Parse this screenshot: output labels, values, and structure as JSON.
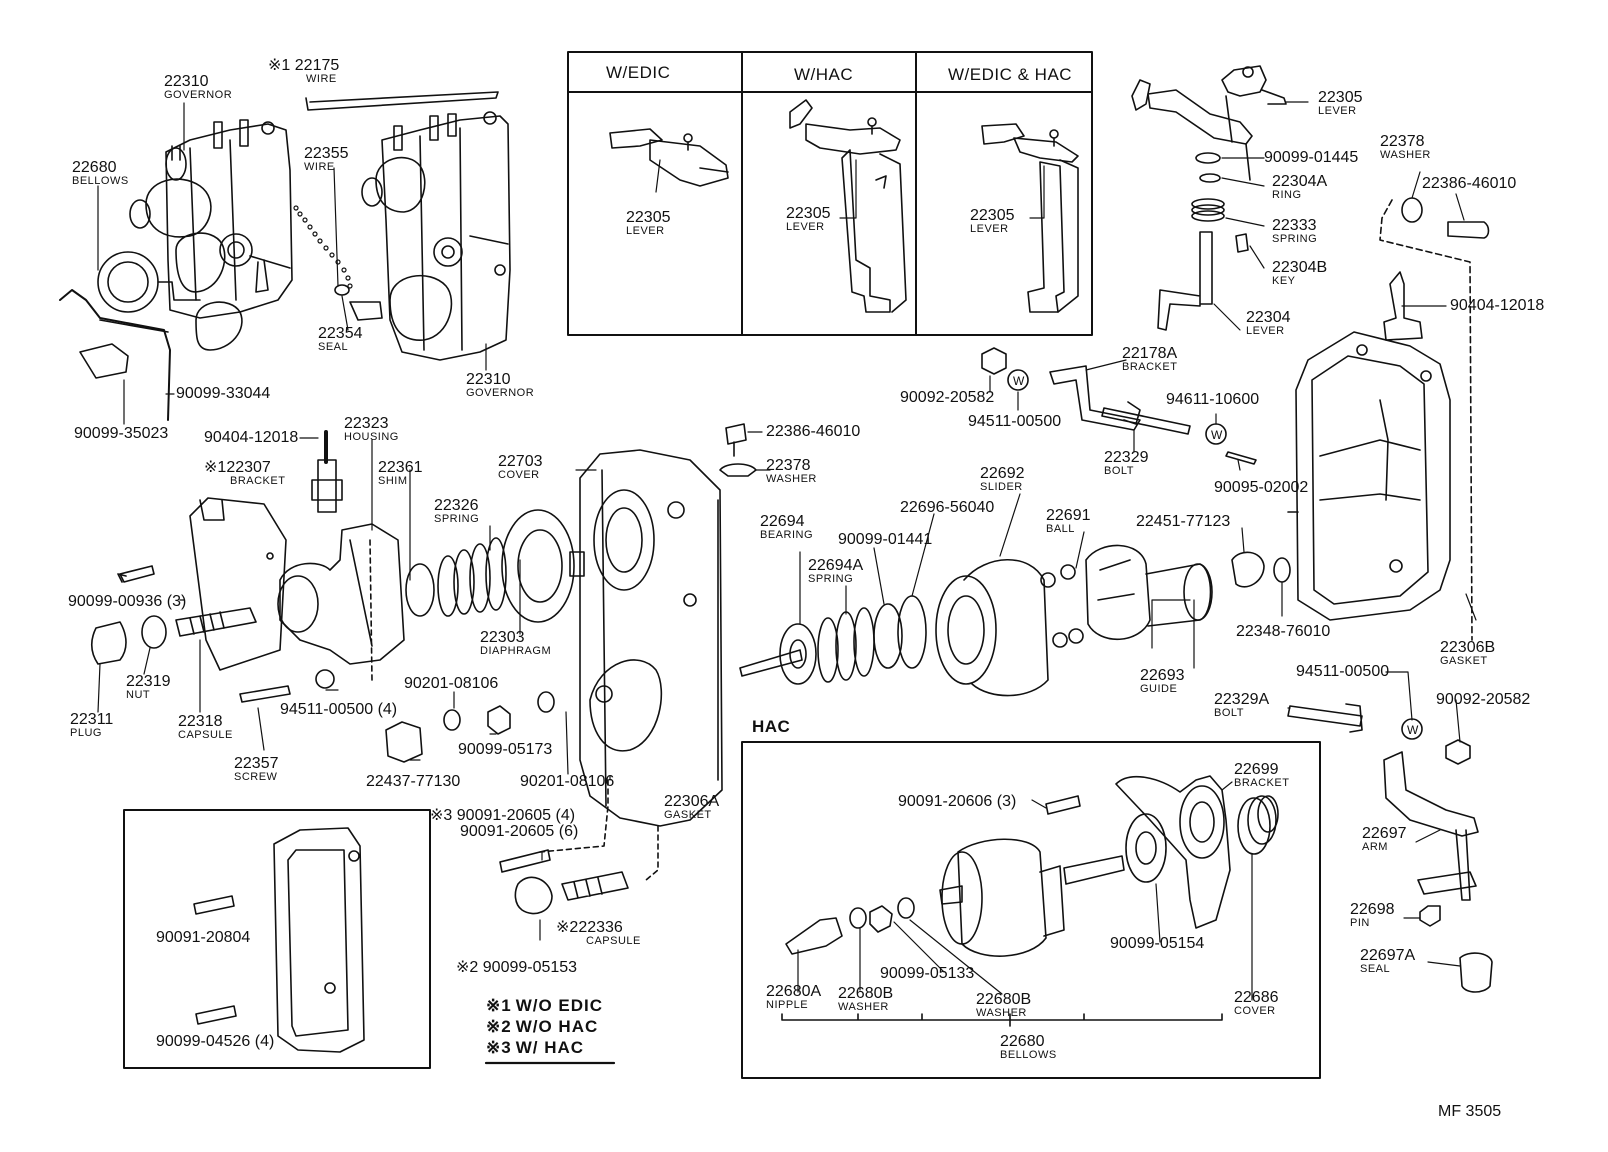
{
  "table_headers": {
    "w_edic": "W/EDIC",
    "w_hac": "W/HAC",
    "w_edic_hac": "W/EDIC & HAC"
  },
  "hac_box_title": "HAC",
  "diagram_code": "MF 3505",
  "legend": [
    {
      "mark": "※1",
      "text": "W/O EDIC"
    },
    {
      "mark": "※2",
      "text": "W/O HAC"
    },
    {
      "mark": "※3",
      "text": "W/ HAC"
    }
  ],
  "parts": {
    "p22310_top": {
      "num": "22310",
      "name": "GOVERNOR"
    },
    "p22175": {
      "mark": "※1",
      "num": "22175",
      "name": "WIRE"
    },
    "p22680": {
      "num": "22680",
      "name": "BELLOWS"
    },
    "p22355": {
      "num": "22355",
      "name": "WIRE"
    },
    "p22354": {
      "num": "22354",
      "name": "SEAL"
    },
    "p22310_bot": {
      "num": "22310",
      "name": "GOVERNOR"
    },
    "p90099_33044": {
      "num": "90099-33044"
    },
    "p90099_35023": {
      "num": "90099-35023"
    },
    "p90404_12018_l": {
      "num": "90404-12018"
    },
    "p22323": {
      "num": "22323",
      "name": "HOUSING"
    },
    "p22307": {
      "mark": "※1",
      "num": "22307",
      "name": "BRACKET"
    },
    "p22361": {
      "num": "22361",
      "name": "SHIM"
    },
    "p22326": {
      "num": "22326",
      "name": "SPRING"
    },
    "p22703": {
      "num": "22703",
      "name": "COVER"
    },
    "p90099_00936": {
      "num": "90099-00936 (3)"
    },
    "p22319": {
      "num": "22319",
      "name": "NUT"
    },
    "p22311": {
      "num": "22311",
      "name": "PLUG"
    },
    "p22318": {
      "num": "22318",
      "name": "CAPSULE"
    },
    "p22357": {
      "num": "22357",
      "name": "SCREW"
    },
    "p94511_00500_4": {
      "num": "94511-00500 (4)"
    },
    "p22303": {
      "num": "22303",
      "name": "DIAPHRAGM"
    },
    "p90201_08106_a": {
      "num": "90201-08106"
    },
    "p90099_05173": {
      "num": "90099-05173"
    },
    "p22437_77130": {
      "num": "22437-77130"
    },
    "p90201_08106_b": {
      "num": "90201-08106"
    },
    "p22306A": {
      "num": "22306A",
      "name": "GASKET"
    },
    "p90091_20605_4": {
      "mark": "※3",
      "num": "90091-20605 (4)"
    },
    "p90091_20605_6": {
      "num": "90091-20605 (6)"
    },
    "p22336": {
      "mark": "※2",
      "num": "22336",
      "name": "CAPSULE"
    },
    "p90099_05153": {
      "mark": "※2",
      "num": "90099-05153"
    },
    "p90091_20804": {
      "num": "90091-20804"
    },
    "p90099_04526": {
      "num": "90099-04526 (4)"
    },
    "p22305_edic": {
      "num": "22305",
      "name": "LEVER"
    },
    "p22305_hac": {
      "num": "22305",
      "name": "LEVER"
    },
    "p22305_both": {
      "num": "22305",
      "name": "LEVER"
    },
    "p22386_46010_c": {
      "num": "22386-46010"
    },
    "p22378_c": {
      "num": "22378",
      "name": "WASHER"
    },
    "p22694": {
      "num": "22694",
      "name": "BEARING"
    },
    "p22694A": {
      "num": "22694A",
      "name": "SPRING"
    },
    "p90099_01441": {
      "num": "90099-01441"
    },
    "p22696_56040": {
      "num": "22696-56040"
    },
    "p22692": {
      "num": "22692",
      "name": "SLIDER"
    },
    "p22691": {
      "num": "22691",
      "name": "BALL"
    },
    "p22451_77123": {
      "num": "22451-77123"
    },
    "p22348_76010": {
      "num": "22348-76010"
    },
    "p22693": {
      "num": "22693",
      "name": "GUIDE"
    },
    "p90092_20582_c": {
      "num": "90092-20582"
    },
    "p94511_00500_c": {
      "num": "94511-00500"
    },
    "p22178A": {
      "num": "22178A",
      "name": "BRACKET"
    },
    "p94611_10600": {
      "num": "94611-10600"
    },
    "p22329": {
      "num": "22329",
      "name": "BOLT"
    },
    "p90095_02002": {
      "num": "90095-02002"
    },
    "p22305_r": {
      "num": "22305",
      "name": "LEVER"
    },
    "p90099_01445": {
      "num": "90099-01445"
    },
    "p22304A": {
      "num": "22304A",
      "name": "RING"
    },
    "p22333": {
      "num": "22333",
      "name": "SPRING"
    },
    "p22304B": {
      "num": "22304B",
      "name": "KEY"
    },
    "p22304": {
      "num": "22304",
      "name": "LEVER"
    },
    "p22378_r": {
      "num": "22378",
      "name": "WASHER"
    },
    "p22386_46010_r": {
      "num": "22386-46010"
    },
    "p90404_12018_r": {
      "num": "90404-12018"
    },
    "p22306B": {
      "num": "22306B",
      "name": "GASKET"
    },
    "p94511_00500_r": {
      "num": "94511-00500"
    },
    "p22329A": {
      "num": "22329A",
      "name": "BOLT"
    },
    "p90092_20582_r": {
      "num": "90092-20582"
    },
    "p22697": {
      "num": "22697",
      "name": "ARM"
    },
    "p22698": {
      "num": "22698",
      "name": "PIN"
    },
    "p22697A": {
      "num": "22697A",
      "name": "SEAL"
    },
    "p22699": {
      "num": "22699",
      "name": "BRACKET"
    },
    "p90091_20606": {
      "num": "90091-20606 (3)"
    },
    "p90099_05154": {
      "num": "90099-05154"
    },
    "p22686": {
      "num": "22686",
      "name": "COVER"
    },
    "p22680A": {
      "num": "22680A",
      "name": "NIPPLE"
    },
    "p22680B_1": {
      "num": "22680B",
      "name": "WASHER"
    },
    "p90099_05133": {
      "num": "90099-05133"
    },
    "p22680B_2": {
      "num": "22680B",
      "name": "WASHER"
    },
    "p22680_hac": {
      "num": "22680",
      "name": "BELLOWS"
    }
  }
}
